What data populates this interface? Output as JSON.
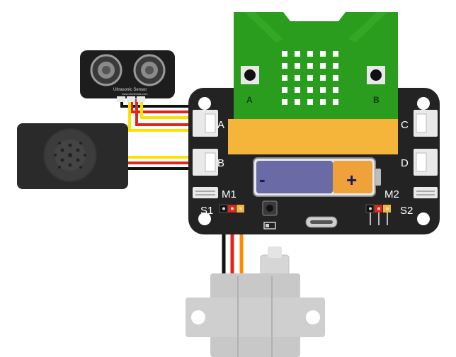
{
  "sensor": {
    "title": "Ultrasonic Sensor",
    "subtitle": "www.elecfreaks.com"
  },
  "microbit": {
    "button_a": "A",
    "button_b": "B"
  },
  "ports": {
    "a": "A",
    "b": "B",
    "c": "C",
    "d": "D"
  },
  "servo_ports": {
    "m1": "M1",
    "m2": "M2",
    "s1": "S1",
    "s2": "S2"
  },
  "battery": {
    "minus": "-",
    "plus": "+"
  },
  "colors": {
    "board": "#222222",
    "microbit_green": "#2a9d1e",
    "edge_yellow": "#f5b43a",
    "wire_black": "#111111",
    "wire_red": "#e0261b",
    "wire_yellow": "#ffe100",
    "wire_orange": "#ff8c00",
    "servo_gray": "#c8c8c8"
  }
}
